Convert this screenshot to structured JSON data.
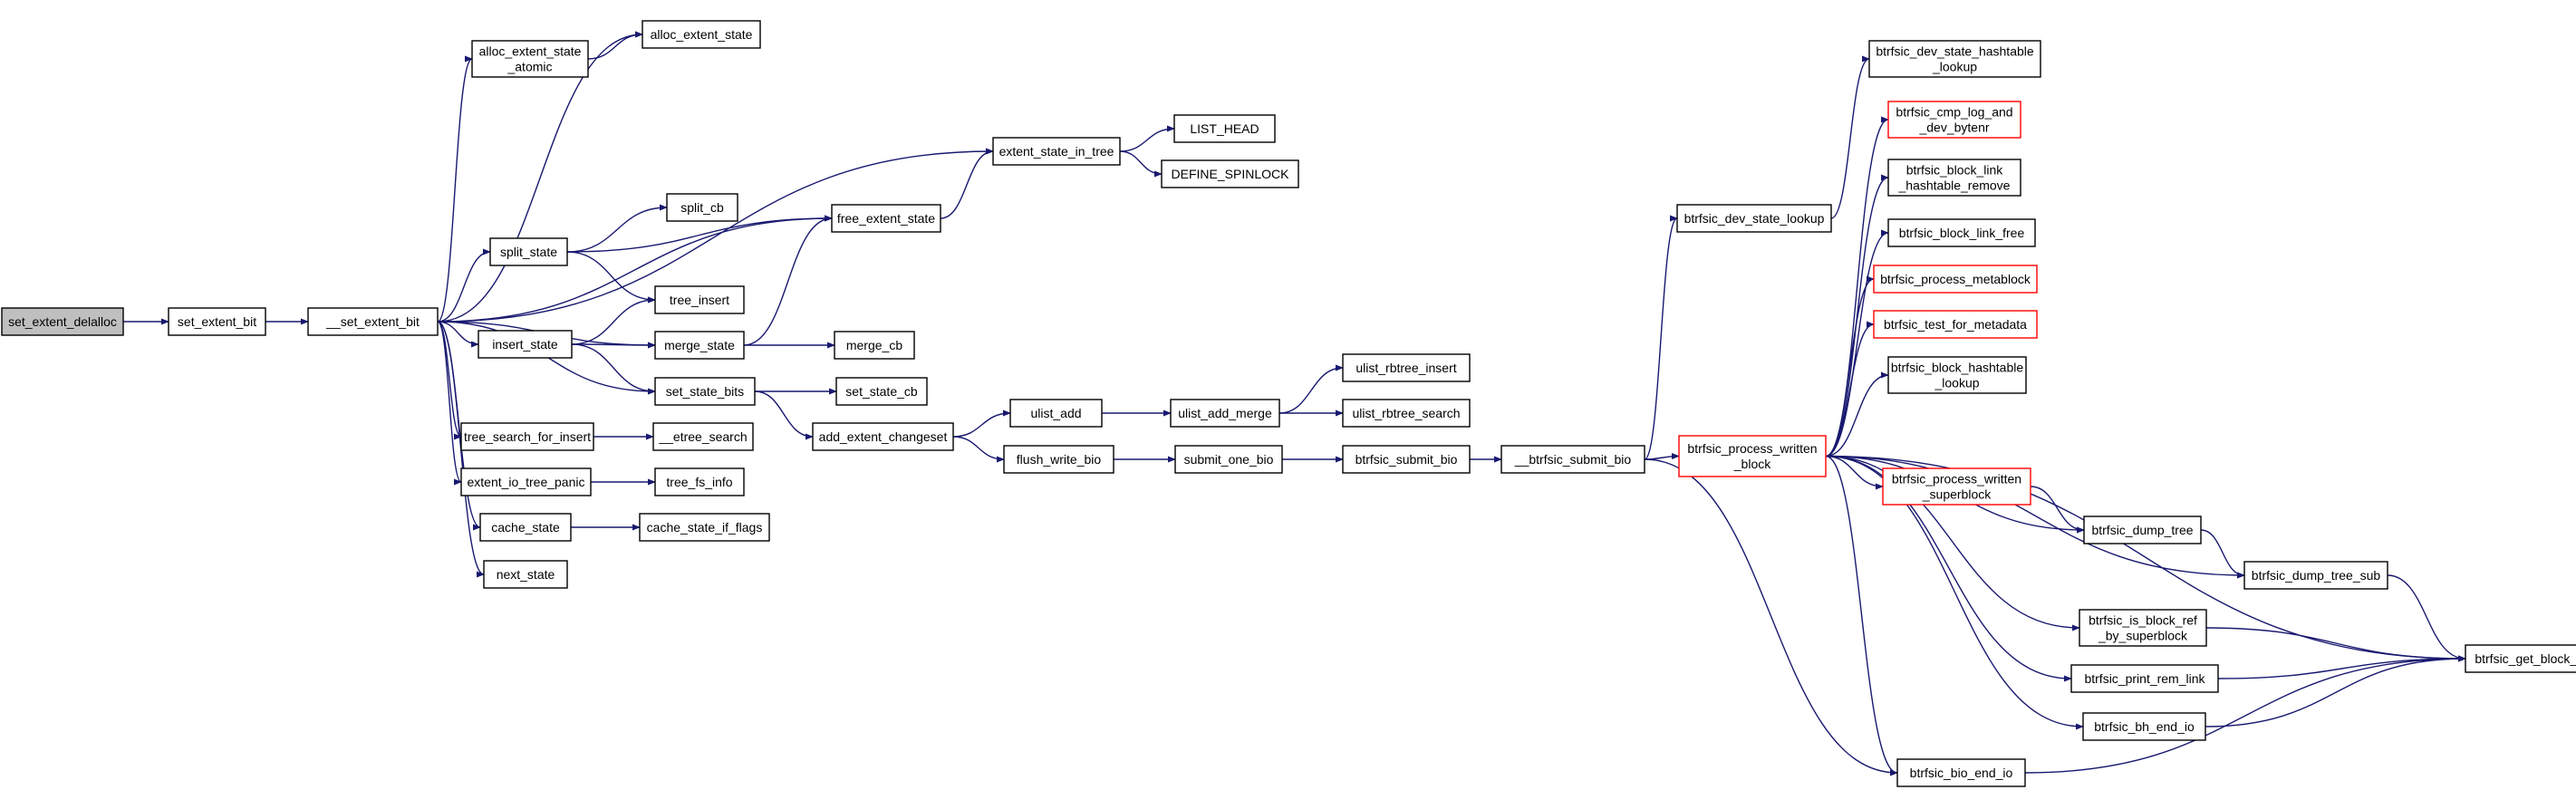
{
  "diagram": {
    "type": "call-graph",
    "nodes": [
      {
        "id": "set_extent_delalloc",
        "lines": [
          "set_extent_delalloc"
        ],
        "root": true
      },
      {
        "id": "set_extent_bit",
        "lines": [
          "set_extent_bit"
        ]
      },
      {
        "id": "__set_extent_bit",
        "lines": [
          "__set_extent_bit"
        ]
      },
      {
        "id": "alloc_extent_state_atomic",
        "lines": [
          "alloc_extent_state",
          "_atomic"
        ]
      },
      {
        "id": "alloc_extent_state",
        "lines": [
          "alloc_extent_state"
        ]
      },
      {
        "id": "extent_state_in_tree",
        "lines": [
          "extent_state_in_tree"
        ]
      },
      {
        "id": "LIST_HEAD",
        "lines": [
          "LIST_HEAD"
        ]
      },
      {
        "id": "DEFINE_SPINLOCK",
        "lines": [
          "DEFINE_SPINLOCK"
        ]
      },
      {
        "id": "split_cb",
        "lines": [
          "split_cb"
        ]
      },
      {
        "id": "split_state",
        "lines": [
          "split_state"
        ]
      },
      {
        "id": "free_extent_state",
        "lines": [
          "free_extent_state"
        ]
      },
      {
        "id": "tree_insert",
        "lines": [
          "tree_insert"
        ]
      },
      {
        "id": "insert_state",
        "lines": [
          "insert_state"
        ]
      },
      {
        "id": "merge_state",
        "lines": [
          "merge_state"
        ]
      },
      {
        "id": "merge_cb",
        "lines": [
          "merge_cb"
        ]
      },
      {
        "id": "set_state_bits",
        "lines": [
          "set_state_bits"
        ]
      },
      {
        "id": "set_state_cb",
        "lines": [
          "set_state_cb"
        ]
      },
      {
        "id": "add_extent_changeset",
        "lines": [
          "add_extent_changeset"
        ]
      },
      {
        "id": "ulist_add",
        "lines": [
          "ulist_add"
        ]
      },
      {
        "id": "ulist_add_merge",
        "lines": [
          "ulist_add_merge"
        ]
      },
      {
        "id": "ulist_rbtree_insert",
        "lines": [
          "ulist_rbtree_insert"
        ]
      },
      {
        "id": "ulist_rbtree_search",
        "lines": [
          "ulist_rbtree_search"
        ]
      },
      {
        "id": "tree_search_for_insert",
        "lines": [
          "tree_search_for_insert"
        ]
      },
      {
        "id": "__etree_search",
        "lines": [
          "__etree_search"
        ]
      },
      {
        "id": "flush_write_bio",
        "lines": [
          "flush_write_bio"
        ]
      },
      {
        "id": "submit_one_bio",
        "lines": [
          "submit_one_bio"
        ]
      },
      {
        "id": "btrfsic_submit_bio",
        "lines": [
          "btrfsic_submit_bio"
        ]
      },
      {
        "id": "__btrfsic_submit_bio",
        "lines": [
          "__btrfsic_submit_bio"
        ]
      },
      {
        "id": "extent_io_tree_panic",
        "lines": [
          "extent_io_tree_panic"
        ]
      },
      {
        "id": "tree_fs_info",
        "lines": [
          "tree_fs_info"
        ]
      },
      {
        "id": "cache_state",
        "lines": [
          "cache_state"
        ]
      },
      {
        "id": "cache_state_if_flags",
        "lines": [
          "cache_state_if_flags"
        ]
      },
      {
        "id": "next_state",
        "lines": [
          "next_state"
        ]
      },
      {
        "id": "btrfsic_dev_state_lookup",
        "lines": [
          "btrfsic_dev_state_lookup"
        ]
      },
      {
        "id": "btrfsic_dev_state_hashtable_lookup",
        "lines": [
          "btrfsic_dev_state_hashtable",
          "_lookup"
        ]
      },
      {
        "id": "btrfsic_cmp_log_and_dev_bytenr",
        "lines": [
          "btrfsic_cmp_log_and",
          "_dev_bytenr"
        ],
        "red": true
      },
      {
        "id": "btrfsic_block_link_hashtable_remove",
        "lines": [
          "btrfsic_block_link",
          "_hashtable_remove"
        ]
      },
      {
        "id": "btrfsic_block_link_free",
        "lines": [
          "btrfsic_block_link_free"
        ]
      },
      {
        "id": "btrfsic_process_metablock",
        "lines": [
          "btrfsic_process_metablock"
        ],
        "red": true
      },
      {
        "id": "btrfsic_test_for_metadata",
        "lines": [
          "btrfsic_test_for_metadata"
        ],
        "red": true
      },
      {
        "id": "btrfsic_block_hashtable_lookup",
        "lines": [
          "btrfsic_block_hashtable",
          "_lookup"
        ]
      },
      {
        "id": "btrfsic_process_written_block",
        "lines": [
          "btrfsic_process_written",
          "_block"
        ],
        "red": true
      },
      {
        "id": "btrfsic_process_written_superblock",
        "lines": [
          "btrfsic_process_written",
          "_superblock"
        ],
        "red": true
      },
      {
        "id": "btrfsic_dump_tree",
        "lines": [
          "btrfsic_dump_tree"
        ]
      },
      {
        "id": "btrfsic_dump_tree_sub",
        "lines": [
          "btrfsic_dump_tree_sub"
        ]
      },
      {
        "id": "btrfsic_is_block_ref_by_superblock",
        "lines": [
          "btrfsic_is_block_ref",
          "_by_superblock"
        ]
      },
      {
        "id": "btrfsic_print_rem_link",
        "lines": [
          "btrfsic_print_rem_link"
        ]
      },
      {
        "id": "btrfsic_bh_end_io",
        "lines": [
          "btrfsic_bh_end_io"
        ]
      },
      {
        "id": "btrfsic_bio_end_io",
        "lines": [
          "btrfsic_bio_end_io"
        ]
      },
      {
        "id": "btrfsic_get_block_type",
        "lines": [
          "btrfsic_get_block_type"
        ]
      }
    ],
    "edges": [
      [
        "set_extent_delalloc",
        "set_extent_bit"
      ],
      [
        "set_extent_bit",
        "__set_extent_bit"
      ],
      [
        "__set_extent_bit",
        "alloc_extent_state"
      ],
      [
        "__set_extent_bit",
        "alloc_extent_state_atomic"
      ],
      [
        "__set_extent_bit",
        "extent_state_in_tree"
      ],
      [
        "__set_extent_bit",
        "free_extent_state"
      ],
      [
        "__set_extent_bit",
        "split_state"
      ],
      [
        "__set_extent_bit",
        "merge_state"
      ],
      [
        "__set_extent_bit",
        "insert_state"
      ],
      [
        "__set_extent_bit",
        "set_state_bits"
      ],
      [
        "__set_extent_bit",
        "tree_search_for_insert"
      ],
      [
        "__set_extent_bit",
        "extent_io_tree_panic"
      ],
      [
        "__set_extent_bit",
        "cache_state"
      ],
      [
        "__set_extent_bit",
        "next_state"
      ],
      [
        "alloc_extent_state_atomic",
        "alloc_extent_state"
      ],
      [
        "extent_state_in_tree",
        "LIST_HEAD"
      ],
      [
        "extent_state_in_tree",
        "DEFINE_SPINLOCK"
      ],
      [
        "free_extent_state",
        "extent_state_in_tree"
      ],
      [
        "split_state",
        "split_cb"
      ],
      [
        "split_state",
        "free_extent_state"
      ],
      [
        "split_state",
        "tree_insert"
      ],
      [
        "insert_state",
        "tree_insert"
      ],
      [
        "insert_state",
        "merge_state"
      ],
      [
        "insert_state",
        "set_state_bits"
      ],
      [
        "merge_state",
        "free_extent_state"
      ],
      [
        "merge_state",
        "merge_cb"
      ],
      [
        "set_state_bits",
        "set_state_cb"
      ],
      [
        "set_state_bits",
        "add_extent_changeset"
      ],
      [
        "add_extent_changeset",
        "ulist_add"
      ],
      [
        "add_extent_changeset",
        "flush_write_bio"
      ],
      [
        "ulist_add",
        "ulist_add_merge"
      ],
      [
        "ulist_add_merge",
        "ulist_rbtree_insert"
      ],
      [
        "ulist_add_merge",
        "ulist_rbtree_search"
      ],
      [
        "tree_search_for_insert",
        "__etree_search"
      ],
      [
        "extent_io_tree_panic",
        "tree_fs_info"
      ],
      [
        "cache_state",
        "cache_state_if_flags"
      ],
      [
        "flush_write_bio",
        "submit_one_bio"
      ],
      [
        "submit_one_bio",
        "btrfsic_submit_bio"
      ],
      [
        "btrfsic_submit_bio",
        "__btrfsic_submit_bio"
      ],
      [
        "__btrfsic_submit_bio",
        "btrfsic_dev_state_lookup"
      ],
      [
        "__btrfsic_submit_bio",
        "btrfsic_process_written_block"
      ],
      [
        "__btrfsic_submit_bio",
        "btrfsic_bio_end_io"
      ],
      [
        "btrfsic_dev_state_lookup",
        "btrfsic_dev_state_hashtable_lookup"
      ],
      [
        "btrfsic_process_written_block",
        "btrfsic_cmp_log_and_dev_bytenr"
      ],
      [
        "btrfsic_process_written_block",
        "btrfsic_block_link_hashtable_remove"
      ],
      [
        "btrfsic_process_written_block",
        "btrfsic_block_link_free"
      ],
      [
        "btrfsic_process_written_block",
        "btrfsic_process_metablock"
      ],
      [
        "btrfsic_process_written_block",
        "btrfsic_test_for_metadata"
      ],
      [
        "btrfsic_process_written_block",
        "btrfsic_block_hashtable_lookup"
      ],
      [
        "btrfsic_process_written_block",
        "btrfsic_process_written_superblock"
      ],
      [
        "btrfsic_process_written_block",
        "btrfsic_dump_tree"
      ],
      [
        "btrfsic_process_written_block",
        "btrfsic_dump_tree_sub"
      ],
      [
        "btrfsic_process_written_block",
        "btrfsic_is_block_ref_by_superblock"
      ],
      [
        "btrfsic_process_written_block",
        "btrfsic_print_rem_link"
      ],
      [
        "btrfsic_process_written_block",
        "btrfsic_bh_end_io"
      ],
      [
        "btrfsic_process_written_block",
        "btrfsic_bio_end_io"
      ],
      [
        "btrfsic_process_written_block",
        "btrfsic_get_block_type"
      ],
      [
        "btrfsic_process_written_superblock",
        "btrfsic_dump_tree"
      ],
      [
        "btrfsic_dump_tree",
        "btrfsic_dump_tree_sub"
      ],
      [
        "btrfsic_dump_tree_sub",
        "btrfsic_get_block_type"
      ],
      [
        "btrfsic_is_block_ref_by_superblock",
        "btrfsic_get_block_type"
      ],
      [
        "btrfsic_print_rem_link",
        "btrfsic_get_block_type"
      ],
      [
        "btrfsic_bh_end_io",
        "btrfsic_get_block_type"
      ],
      [
        "btrfsic_bio_end_io",
        "btrfsic_get_block_type"
      ]
    ],
    "colors": {
      "edge": "#191970",
      "root_fill": "#bfbfbf",
      "highlight_border": "#ff0000",
      "node_border": "#000000"
    }
  }
}
